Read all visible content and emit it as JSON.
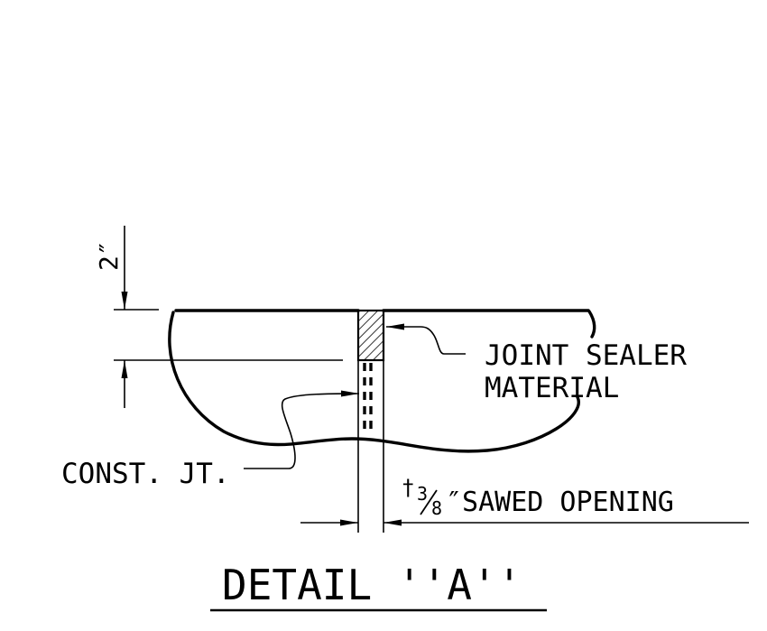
{
  "title": "DETAIL ''A''",
  "labels": {
    "joint_sealer_line1": "JOINT SEALER",
    "joint_sealer_line2": "MATERIAL",
    "const_jt": "CONST. JT.",
    "opening_dagger": "†",
    "opening_fraction_num": "3",
    "opening_fraction_den": "8",
    "opening_text": "″SAWED OPENING",
    "depth_dim": "2″"
  },
  "colors": {
    "ink": "#000000",
    "background": "#ffffff"
  }
}
